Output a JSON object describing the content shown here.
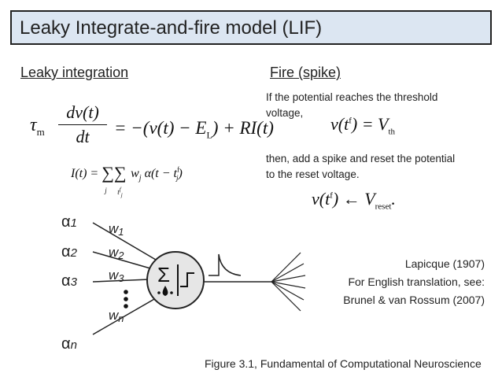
{
  "title": "Leaky Integrate-and-fire model (LIF)",
  "left_heading": "Leaky integration",
  "right_heading": "Fire (spike)",
  "equations": {
    "membrane": {
      "tau": "τ",
      "tau_sub": "m",
      "numerator": "dv(t)",
      "denominator": "dt",
      "rhs_a": "= −(v(t) − E",
      "E_sub": "L",
      "rhs_b": ") + RI(t)"
    },
    "input": {
      "lhs": "I(t) =",
      "sum_symbol": "∑∑",
      "sum_sub_j": "j",
      "sum_sub_t": "t",
      "sum_sub_t_sup": "f",
      "sum_sub_t_sub": "j",
      "term": "w",
      "term_sub": "j",
      "alpha": "α(t − t",
      "alpha_sup": "f",
      "alpha_sub": "j",
      "close": ")"
    },
    "threshold": {
      "lhs": "v(t",
      "lhs_sup": "f",
      "mid": ") = V",
      "rhs_sub": "th"
    },
    "reset": {
      "lhs": "v(t",
      "lhs_sup": "f",
      "mid": ") ← V",
      "rhs_sub": "reset",
      "end": "."
    }
  },
  "fire_text": {
    "line1": "If the potential reaches the threshold",
    "line2": "voltage,",
    "line3": "then, add a spike and reset the potential",
    "line4": "to the reset voltage."
  },
  "diagram": {
    "alphas": [
      {
        "sym": "α",
        "sub": "1"
      },
      {
        "sym": "α",
        "sub": "2"
      },
      {
        "sym": "α",
        "sub": "3"
      },
      {
        "sym": "α",
        "sub": "n"
      }
    ],
    "weights": [
      {
        "sym": "w",
        "sub": "1"
      },
      {
        "sym": "w",
        "sub": "2"
      },
      {
        "sym": "w",
        "sub": "3"
      },
      {
        "sym": "w",
        "sub": "n"
      }
    ],
    "sum_symbol": "Σ"
  },
  "references": {
    "line1": "Lapicque (1907)",
    "line2": "For English translation, see:",
    "line3": "Brunel & van Rossum (2007)"
  },
  "caption": "Figure 3.1, Fundamental of Computational Neuroscience"
}
